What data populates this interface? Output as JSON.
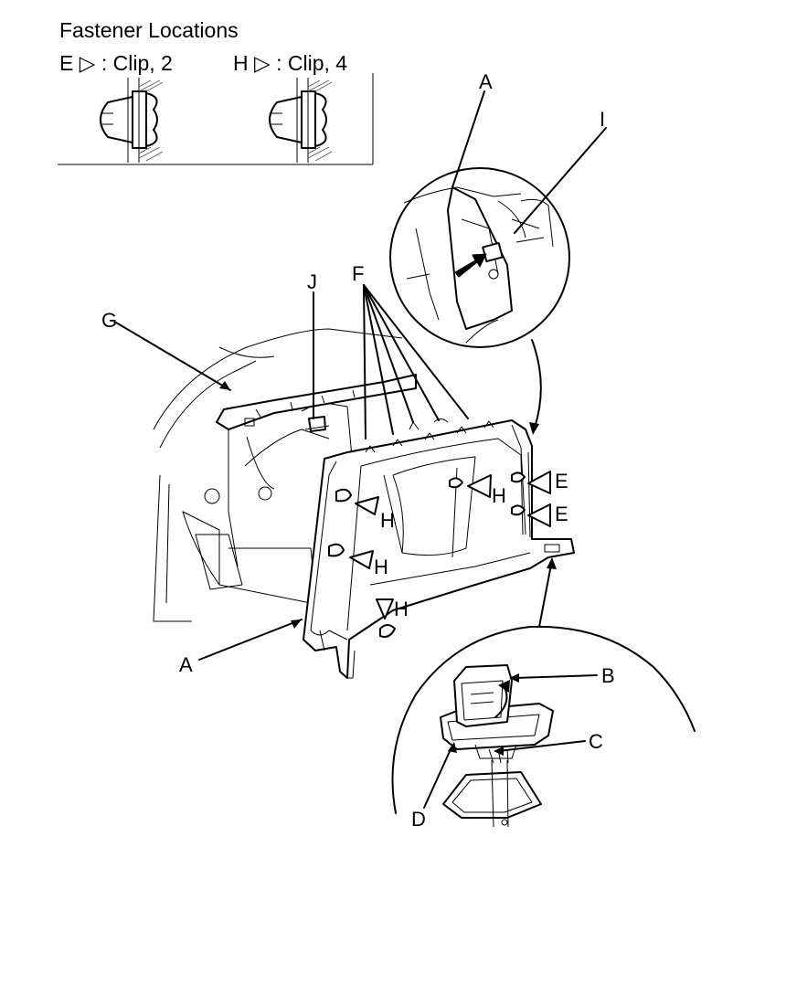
{
  "legend": {
    "title": "Fastener Locations",
    "e": {
      "letter": "E",
      "text": ": Clip, 2"
    },
    "h": {
      "letter": "H",
      "text": ": Clip, 4"
    }
  },
  "callouts": {
    "a_top": "A",
    "a_bottom": "A",
    "b": "B",
    "c": "C",
    "d": "D",
    "e1": "E",
    "e2": "E",
    "f": "F",
    "g": "G",
    "h1": "H",
    "h2": "H",
    "h3": "H",
    "h4": "H",
    "i": "I",
    "j": "J"
  },
  "icons": [
    "clip-icon",
    "triangle-marker-icon",
    "arrow-icon"
  ]
}
